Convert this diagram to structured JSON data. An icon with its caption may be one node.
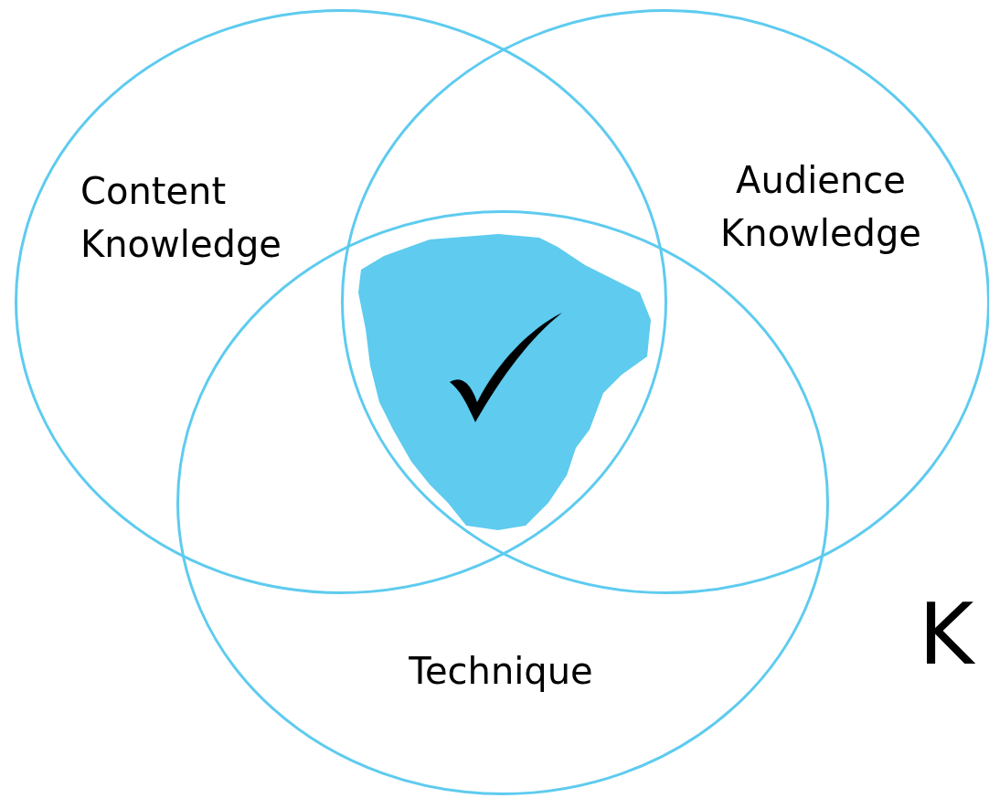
{
  "diagram": {
    "nodes": [
      {
        "text": [
          "Content Knowledge"
        ]
      },
      {
        "text": [
          "Audience Knowledge"
        ]
      },
      {
        "text": [
          "Technique"
        ]
      }
    ],
    "edges": [],
    "labels": [
      "K"
    ]
  }
}
